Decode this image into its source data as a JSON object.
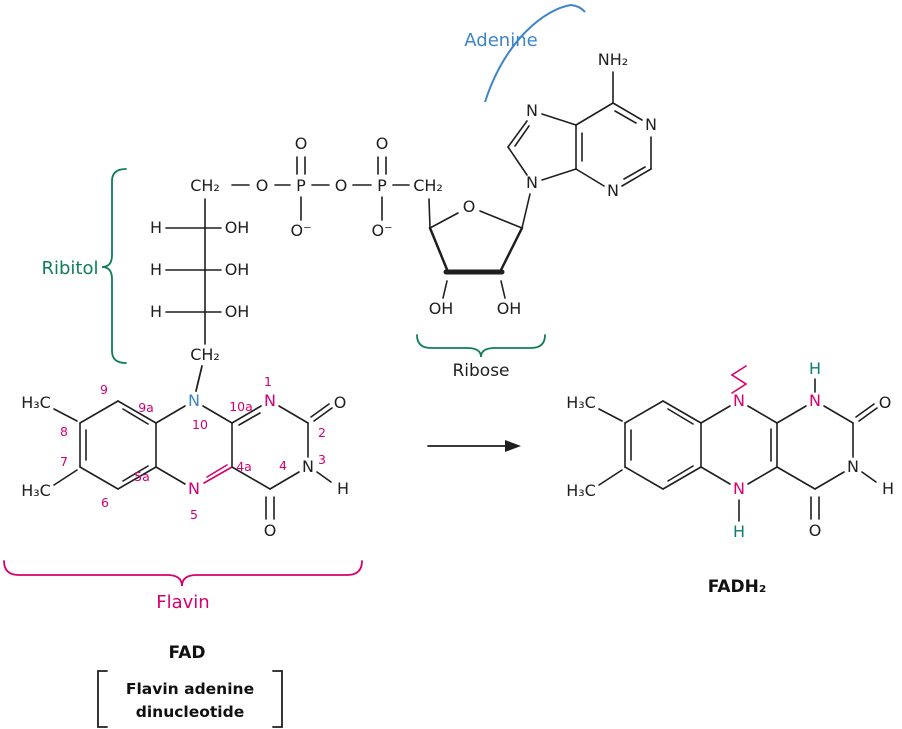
{
  "labels": {
    "adenine": "Adenine",
    "ribitol": "Ribitol",
    "ribose": "Ribose",
    "flavin": "Flavin",
    "fad": "FAD",
    "fad_expansion_line1": "Flavin adenine",
    "fad_expansion_line2": "dinucleotide",
    "fadh2": "FADH₂"
  },
  "symbols": {
    "N": "N",
    "O": "O",
    "H": "H",
    "P": "P",
    "OH": "OH",
    "CH2": "CH₂",
    "NH2": "NH₂",
    "H3C": "H₃C",
    "O_minus": "O⁻"
  },
  "ring_numbers": {
    "p1": "1",
    "p2": "2",
    "p3": "3",
    "p4": "4",
    "p4a": "4a",
    "p5": "5",
    "p5a": "5a",
    "p6": "6",
    "p7": "7",
    "p8": "8",
    "p9": "9",
    "p9a": "9a",
    "p10": "10",
    "p10a": "10a"
  },
  "colors": {
    "adenine_blue": "#3d85c6",
    "ribitol_green": "#0f7e56",
    "flavin_magenta": "#d6006e",
    "reduced_h_teal": "#0e7d72",
    "bond_black": "#1f1f1f"
  }
}
